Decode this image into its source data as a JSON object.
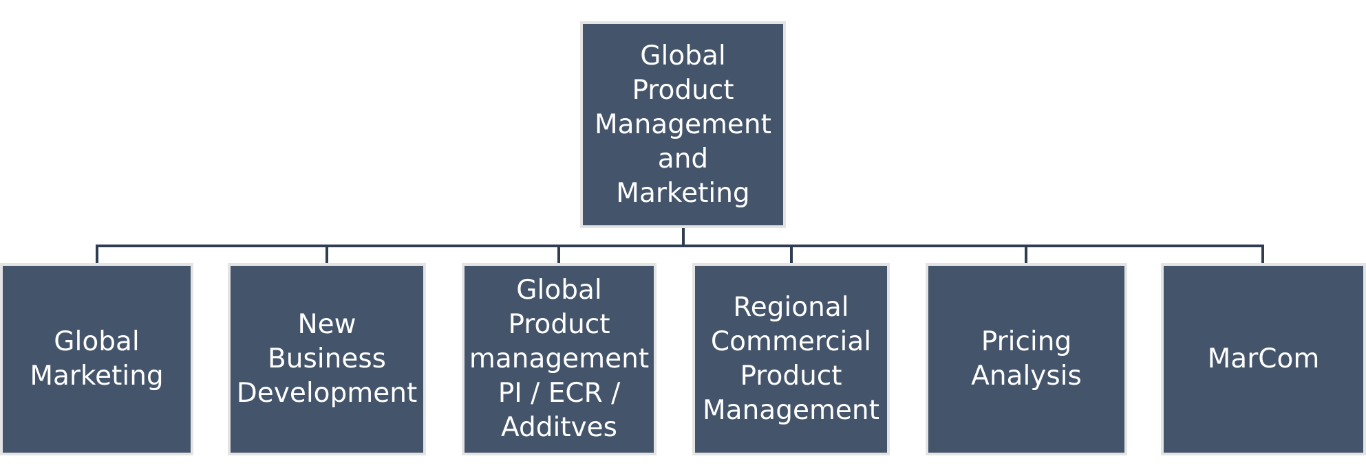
{
  "colors": {
    "node_fill": "#44546a",
    "node_border": "#e4e4e4",
    "node_text": "#ffffff",
    "connector": "#2e3d50"
  },
  "org_chart": {
    "root": {
      "label": "Global\nProduct\nManagement\nand\nMarketing"
    },
    "children": [
      {
        "label": "Global\nMarketing"
      },
      {
        "label": "New Business\nDevelopment"
      },
      {
        "label": "Global\nProduct\nmanagement\nPI / ECR /\nAdditves"
      },
      {
        "label": "Regional\nCommercial\nProduct\nManagement"
      },
      {
        "label": "Pricing\nAnalysis"
      },
      {
        "label": "MarCom"
      }
    ]
  }
}
